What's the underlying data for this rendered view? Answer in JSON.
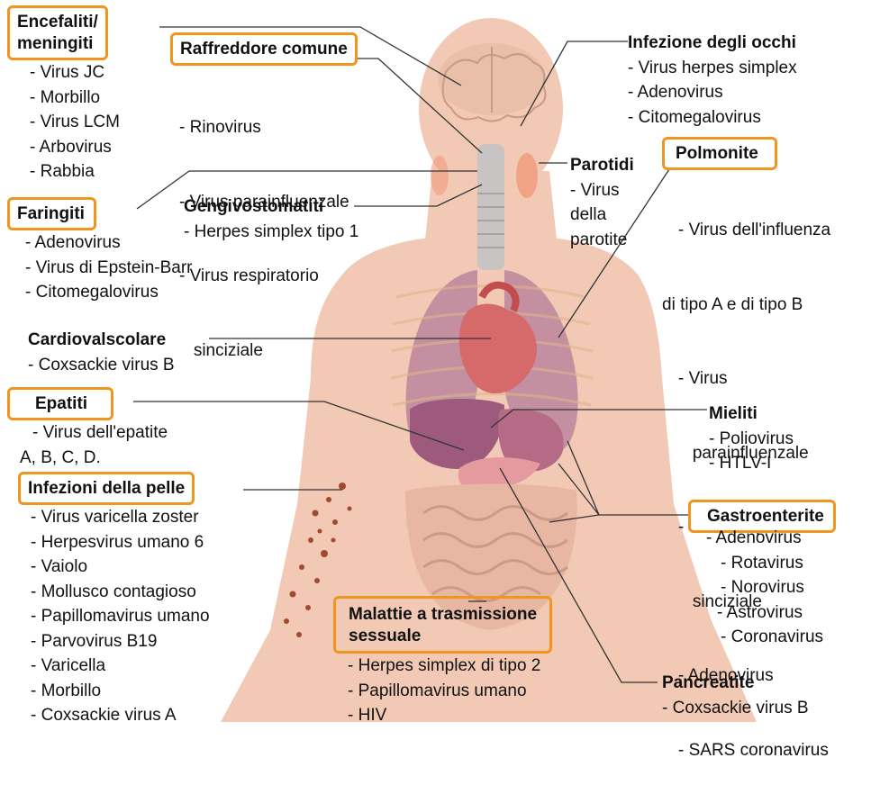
{
  "colors": {
    "highlight_border": "#f0961e",
    "body_silhouette": "#f2c9b4",
    "leader_line": "#333333",
    "lungs": "#c48fa0",
    "heart": "#d66a6a",
    "liver": "#9d5a7d",
    "intestines": "#e8b7a3",
    "skin_spots": "#a04a32"
  },
  "labels": {
    "encefaliti": {
      "title": "Encefaliti/\nmeningiti",
      "items": [
        "- Virus JC",
        "- Morbillo",
        "- Virus LCM",
        "- Arbovirus",
        "- Rabbia"
      ]
    },
    "raffreddore": {
      "title": "Raffreddore comune",
      "items": [
        "- Rinovirus",
        "- Virus parainfluenzale",
        "- Virus respiratorio",
        "   sinciziale"
      ]
    },
    "occhi": {
      "title": "Infezione degli occhi",
      "items": [
        "- Virus herpes simplex",
        "- Adenovirus",
        "- Citomegalovirus"
      ]
    },
    "parotidi": {
      "title": "Parotidi",
      "items": [
        "- Virus",
        "della",
        "parotite"
      ]
    },
    "polmonite": {
      "title": "Polmonite",
      "items": [
        "- Virus dell'influenza",
        "di tipo A e di tipo B",
        "- Virus",
        "   parainfluenzale",
        "- Virus respiratorio",
        "   sinciziale",
        "- Adenovirus",
        "- SARS coronavirus"
      ]
    },
    "faringiti": {
      "title": "Faringiti",
      "items": [
        "- Adenovirus",
        "- Virus di Epstein-Barr",
        "- Citomegalovirus"
      ]
    },
    "gengivostomatiti": {
      "title": "Gengivostomatiti",
      "items": [
        "- Herpes simplex tipo 1"
      ]
    },
    "cardio": {
      "title": "Cardiovalscolare",
      "items": [
        "- Coxsackie virus B"
      ]
    },
    "epatiti": {
      "title": "Epatiti",
      "items": [
        "- Virus dell'epatite",
        "A, B, C, D."
      ]
    },
    "mieliti": {
      "title": "Mieliti",
      "items": [
        "- Poliovirus",
        "- HTLV-I"
      ]
    },
    "pelle": {
      "title": "Infezioni della pelle",
      "items": [
        "- Virus varicella zoster",
        "- Herpesvirus umano 6",
        "- Vaiolo",
        "- Mollusco contagioso",
        "- Papillomavirus umano",
        "- Parvovirus B19",
        "- Varicella",
        "- Morbillo",
        "- Coxsackie virus A"
      ]
    },
    "gastro": {
      "title": "Gastroenterite",
      "items": [
        "- Adenovirus",
        "- Rotavirus",
        "- Norovirus",
        "- Astrovirus",
        "- Coronavirus"
      ]
    },
    "mts": {
      "title": "Malattie a trasmissione\nsessuale",
      "items": [
        "- Herpes simplex di tipo 2",
        "- Papillomavirus umano",
        "- HIV"
      ]
    },
    "pancreatite": {
      "title": "Pancreatite",
      "items": [
        "- Coxsackie virus B"
      ]
    }
  }
}
